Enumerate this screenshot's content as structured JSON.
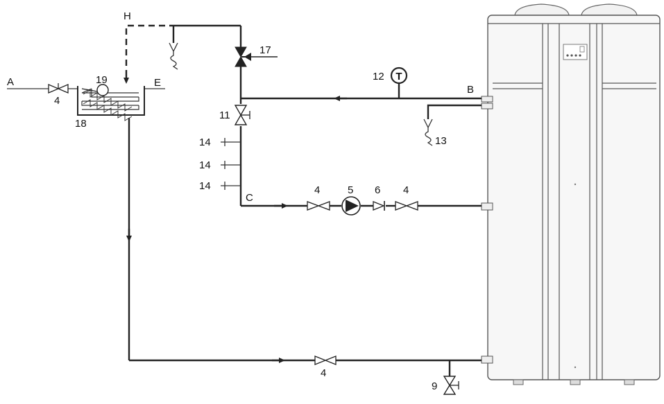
{
  "diagram": {
    "labels": {
      "A": "A",
      "B": "B",
      "C": "C",
      "E": "E",
      "H": "H"
    },
    "components": {
      "valve_inlet": "4",
      "float_valve": "19",
      "tank": "18",
      "three_way_valve": "17",
      "thermometer": "12",
      "thermometer_symbol": "T",
      "drain_valve_top": "11",
      "outlet_1": "14",
      "outlet_2": "14",
      "outlet_3": "14",
      "drain_hose": "13",
      "valve_loop_left": "4",
      "pump": "5",
      "check_valve": "6",
      "valve_loop_right": "4",
      "valve_bottom": "4",
      "drain_valve_bottom": "9"
    },
    "colors": {
      "pipe": "#222222",
      "unit_fill": "#f7f7f7"
    }
  }
}
